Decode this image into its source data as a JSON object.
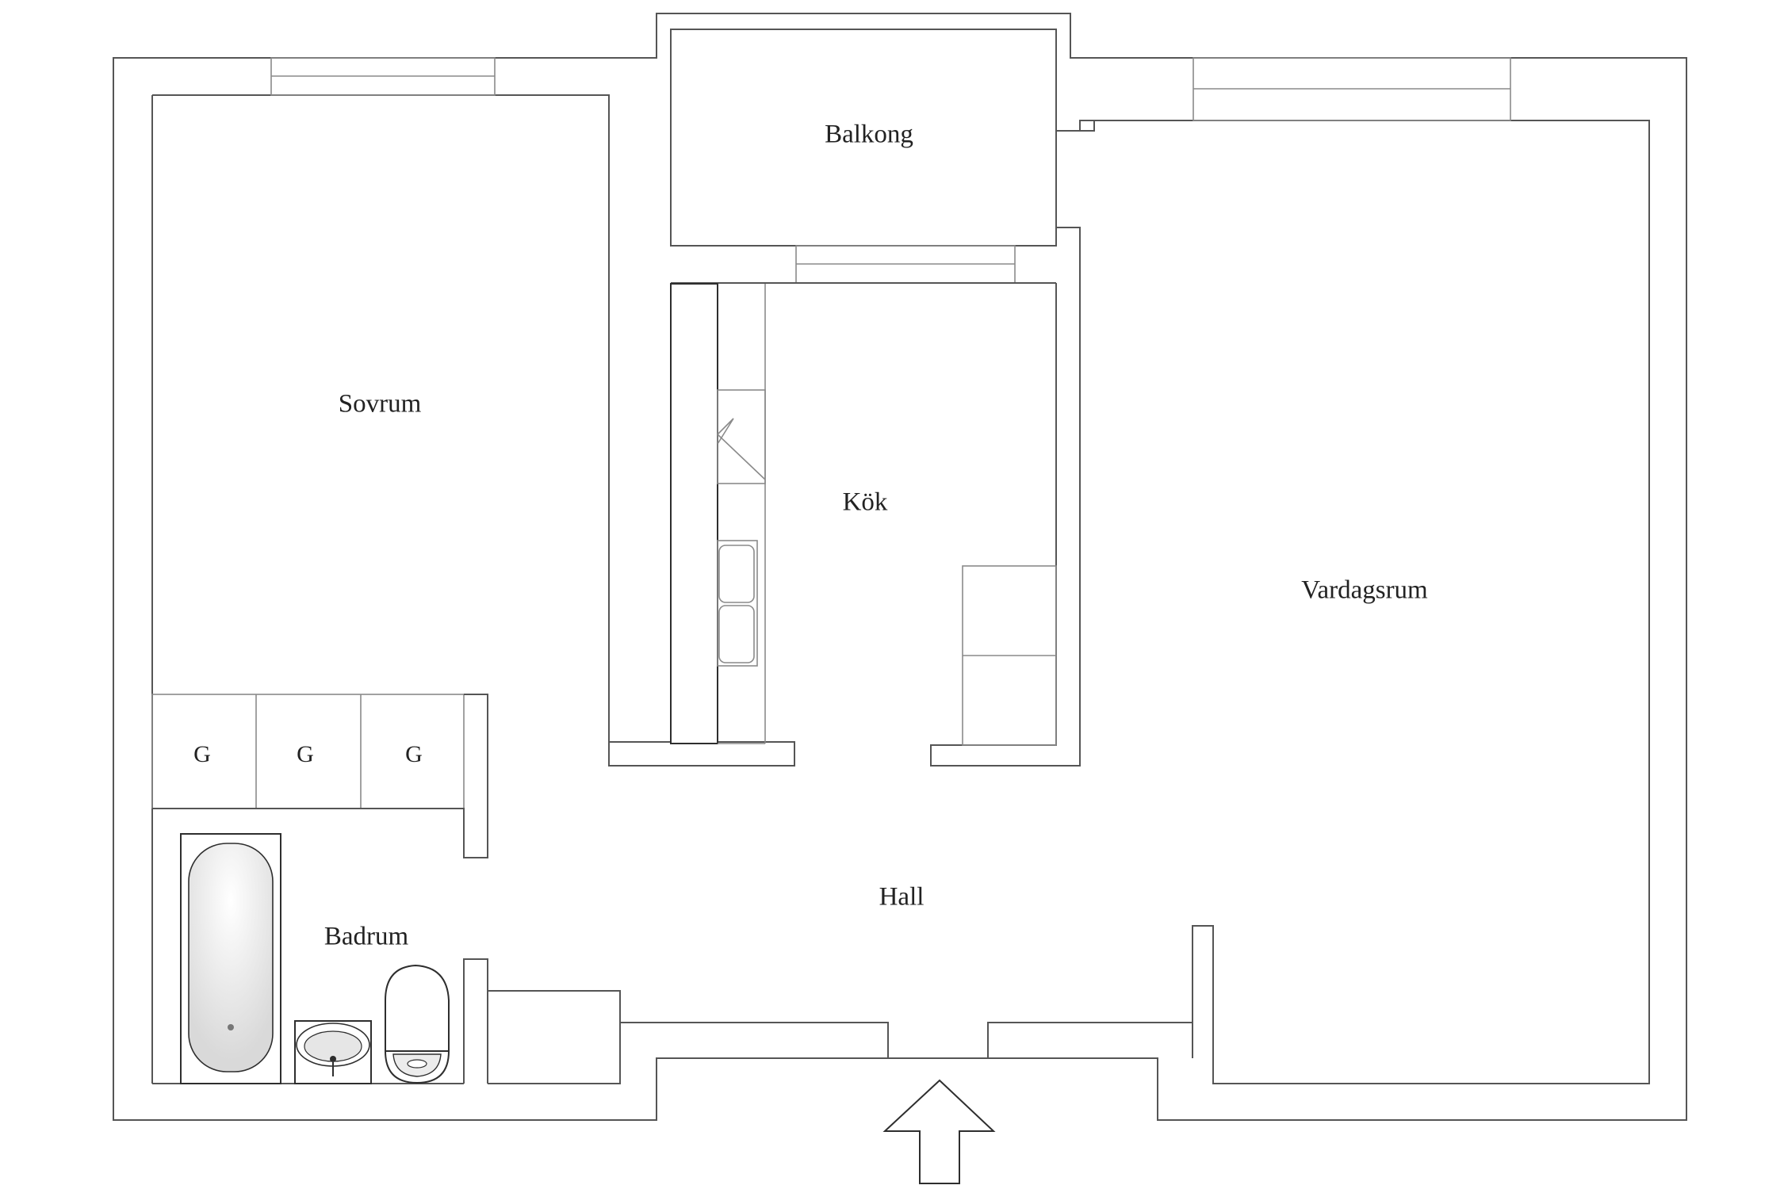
{
  "rooms": {
    "balcony": "Balkong",
    "bedroom": "Sovrum",
    "kitchen": "Kök",
    "living_room": "Vardagsrum",
    "hall": "Hall",
    "bathroom": "Badrum"
  },
  "wardrobes": [
    "G",
    "G",
    "G"
  ],
  "colors": {
    "background": "#ffffff",
    "wall_stroke": "#555555",
    "fixture_stroke": "#2e2e2e"
  }
}
